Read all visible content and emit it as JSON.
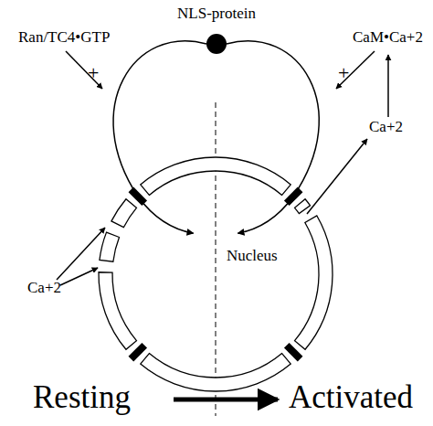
{
  "diagram": {
    "nodes": [
      {
        "text": [
          "NLS-protein"
        ]
      },
      {
        "text": [
          "Nucleus"
        ]
      }
    ],
    "edges": [
      {
        "from": 0,
        "to": 1,
        "arrow": "to"
      },
      {
        "from": 0,
        "to": 1,
        "arrow": "to"
      }
    ],
    "labels": [
      "Ran/TC4•GTP",
      "+",
      "+",
      "CaM•Ca+2",
      "Ca+2",
      "Ca+2",
      "Resting",
      "Activated"
    ]
  }
}
